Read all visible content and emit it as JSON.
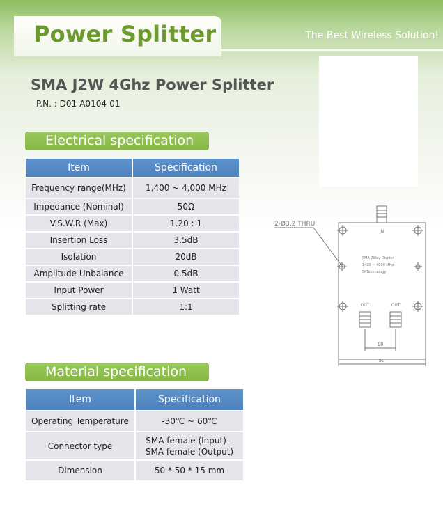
{
  "header": {
    "title": "Power Splitter",
    "tagline": "The Best Wireless Solution!"
  },
  "product": {
    "title": "SMA J2W 4Ghz Power Splitter",
    "part_number": "P.N. : D01-A0104-01"
  },
  "electrical": {
    "heading": "Electrical specification",
    "columns": [
      "Item",
      "Specification"
    ],
    "rows": [
      [
        "Frequency range(MHz)",
        "1,400 ~ 4,000 MHz"
      ],
      [
        "Impedance (Nominal)",
        "50Ω"
      ],
      [
        "V.S.W.R (Max)",
        "1.20 : 1"
      ],
      [
        "Insertion Loss",
        "3.5dB"
      ],
      [
        "Isolation",
        "20dB"
      ],
      [
        "Amplitude Unbalance",
        "0.5dB"
      ],
      [
        "Input Power",
        "1 Watt"
      ],
      [
        "Splitting rate",
        "1:1"
      ]
    ]
  },
  "material": {
    "heading": "Material specification",
    "columns": [
      "Item",
      "Specification"
    ],
    "rows": [
      [
        "Operating Temperature",
        "-30℃ ~ 60℃"
      ],
      [
        "Connector type",
        "SMA female (Input) –\nSMA female (Output)"
      ],
      [
        "Dimension",
        "50 * 50 * 15 mm"
      ]
    ]
  },
  "drawing": {
    "hole_note": "2-Ø3.2 THRU",
    "in_label": "IN",
    "out_label_left": "OUT",
    "out_label_right": "OUT",
    "body_line1": "SMA 2Way Divider",
    "body_line2": "1400 ~ 4000 MHz",
    "body_line3": "SRTechnology",
    "dim_spacing": "18",
    "dim_width": "50"
  },
  "colors": {
    "accent_green": "#86b744",
    "header_blue": "#4d82be",
    "cell_grey": "#e4e5ea"
  }
}
